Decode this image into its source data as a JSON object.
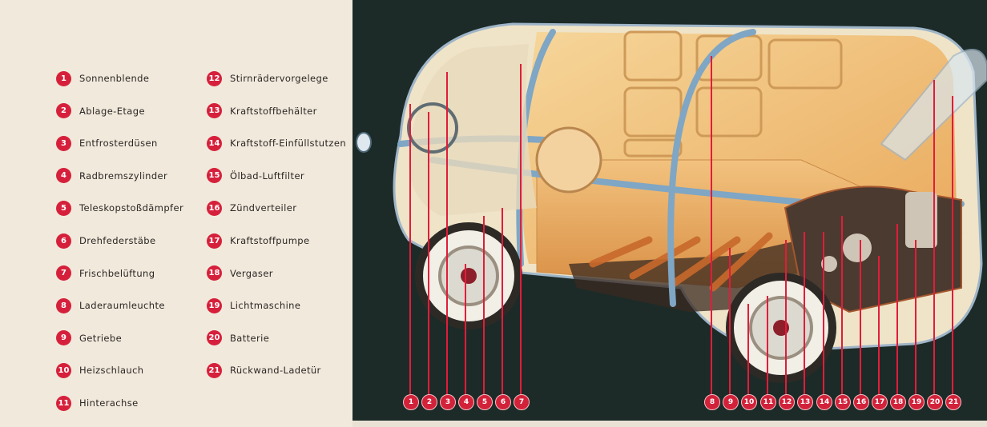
{
  "legend": {
    "items": [
      {
        "number": "1",
        "label": "Sonnenblende"
      },
      {
        "number": "2",
        "label": "Ablage-Etage"
      },
      {
        "number": "3",
        "label": "Entfrosterdüsen"
      },
      {
        "number": "4",
        "label": "Radbremszylinder"
      },
      {
        "number": "5",
        "label": "Teleskopstoßdämpfer"
      },
      {
        "number": "6",
        "label": "Drehfederstäbe"
      },
      {
        "number": "7",
        "label": "Frischbelüftung"
      },
      {
        "number": "8",
        "label": "Laderaumleuchte"
      },
      {
        "number": "9",
        "label": "Getriebe"
      },
      {
        "number": "10",
        "label": "Heizschlauch"
      },
      {
        "number": "11",
        "label": "Hinterachse"
      },
      {
        "number": "12",
        "label": "Stirnrädervorgelege"
      },
      {
        "number": "13",
        "label": "Kraftstoffbehälter"
      },
      {
        "number": "14",
        "label": "Kraftstoff-Einfüllstutzen"
      },
      {
        "number": "15",
        "label": "Ölbad-Luftfilter"
      },
      {
        "number": "16",
        "label": "Zündverteiler"
      },
      {
        "number": "17",
        "label": "Kraftstoffpumpe"
      },
      {
        "number": "18",
        "label": "Vergaser"
      },
      {
        "number": "19",
        "label": "Lichtmaschine"
      },
      {
        "number": "20",
        "label": "Batterie"
      },
      {
        "number": "21",
        "label": "Rückwand-Ladetür"
      }
    ]
  },
  "callouts": [
    "1",
    "2",
    "3",
    "4",
    "5",
    "6",
    "7",
    "8",
    "9",
    "10",
    "11",
    "12",
    "13",
    "14",
    "15",
    "16",
    "17",
    "18",
    "19",
    "20",
    "21"
  ],
  "colors": {
    "badge_red": "#d6203b",
    "panel_background": "#1c2b28",
    "page_background": "#f1e9dc",
    "body_cream": "#efe4c8",
    "interior_orange": "#f0b86c",
    "frame_blue": "#7fa6c4"
  }
}
